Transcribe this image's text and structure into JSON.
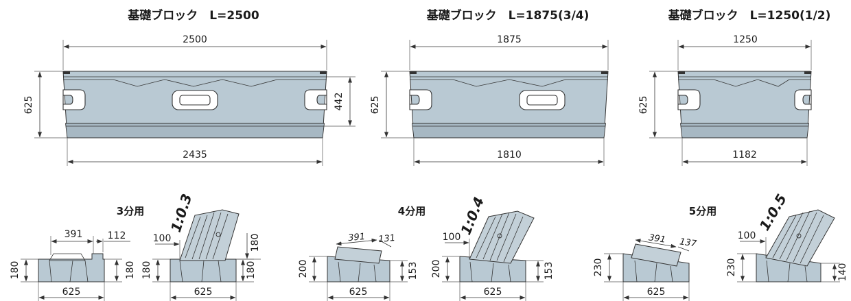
{
  "blocks": [
    {
      "title": "基礎ブロック　L=2500",
      "top_length": "2500",
      "bottom_length": "2435",
      "height": "625",
      "inner_height": "442"
    },
    {
      "title": "基礎ブロック　L=1875(3/4)",
      "top_length": "1875",
      "bottom_length": "1810",
      "height": "625"
    },
    {
      "title": "基礎ブロック　L=1250(1/2)",
      "top_length": "1250",
      "bottom_length": "1182",
      "height": "625"
    }
  ],
  "sections": [
    {
      "title": "3分用",
      "slope": "1:0.3",
      "top_width": "391",
      "step": "112",
      "left_height": "180",
      "right_height": "180",
      "base_width": "625",
      "wall_offset": "100",
      "wall_left_height": "180",
      "wall_right_height": "180",
      "wall_base_width": "625",
      "wall_top_height": "180"
    },
    {
      "title": "4分用",
      "slope": "1:0.4",
      "top_width": "391",
      "step": "131",
      "left_height": "200",
      "right_height": "153",
      "base_width": "625",
      "wall_offset": "100",
      "wall_left_height": "200",
      "wall_right_height": "153",
      "wall_base_width": "625"
    },
    {
      "title": "5分用",
      "slope": "1:0.5",
      "top_width": "391",
      "step": "137",
      "left_height": "230",
      "base_width": "625",
      "wall_offset": "100",
      "wall_left_height": "230",
      "wall_right_height": "140"
    }
  ],
  "colors": {
    "concrete": "#b9c9d3",
    "band": "#a7b8c3",
    "line": "#333333"
  }
}
